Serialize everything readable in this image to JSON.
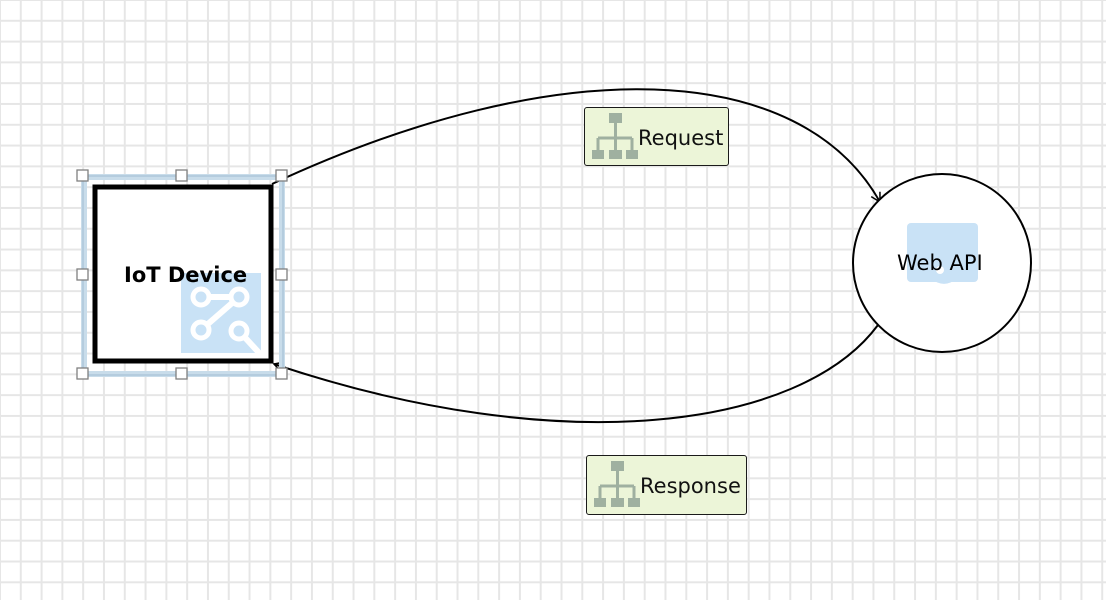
{
  "diagram": {
    "nodes": {
      "iot_device": {
        "label": "IoT Device",
        "icon": "iot-circuit-icon"
      },
      "web_api": {
        "label": "Web API",
        "icon": "web-api-icon"
      }
    },
    "edges": {
      "request": {
        "label": "Request",
        "icon": "hierarchy-icon"
      },
      "response": {
        "label": "Response",
        "icon": "hierarchy-icon"
      }
    },
    "colors": {
      "grid_line": "#e6e6e6",
      "selection_frame": "#c8dcea",
      "icon_fill": "#c9e2f6",
      "label_fill": "#ecf5d8",
      "label_icon": "#9fb0a0"
    }
  }
}
